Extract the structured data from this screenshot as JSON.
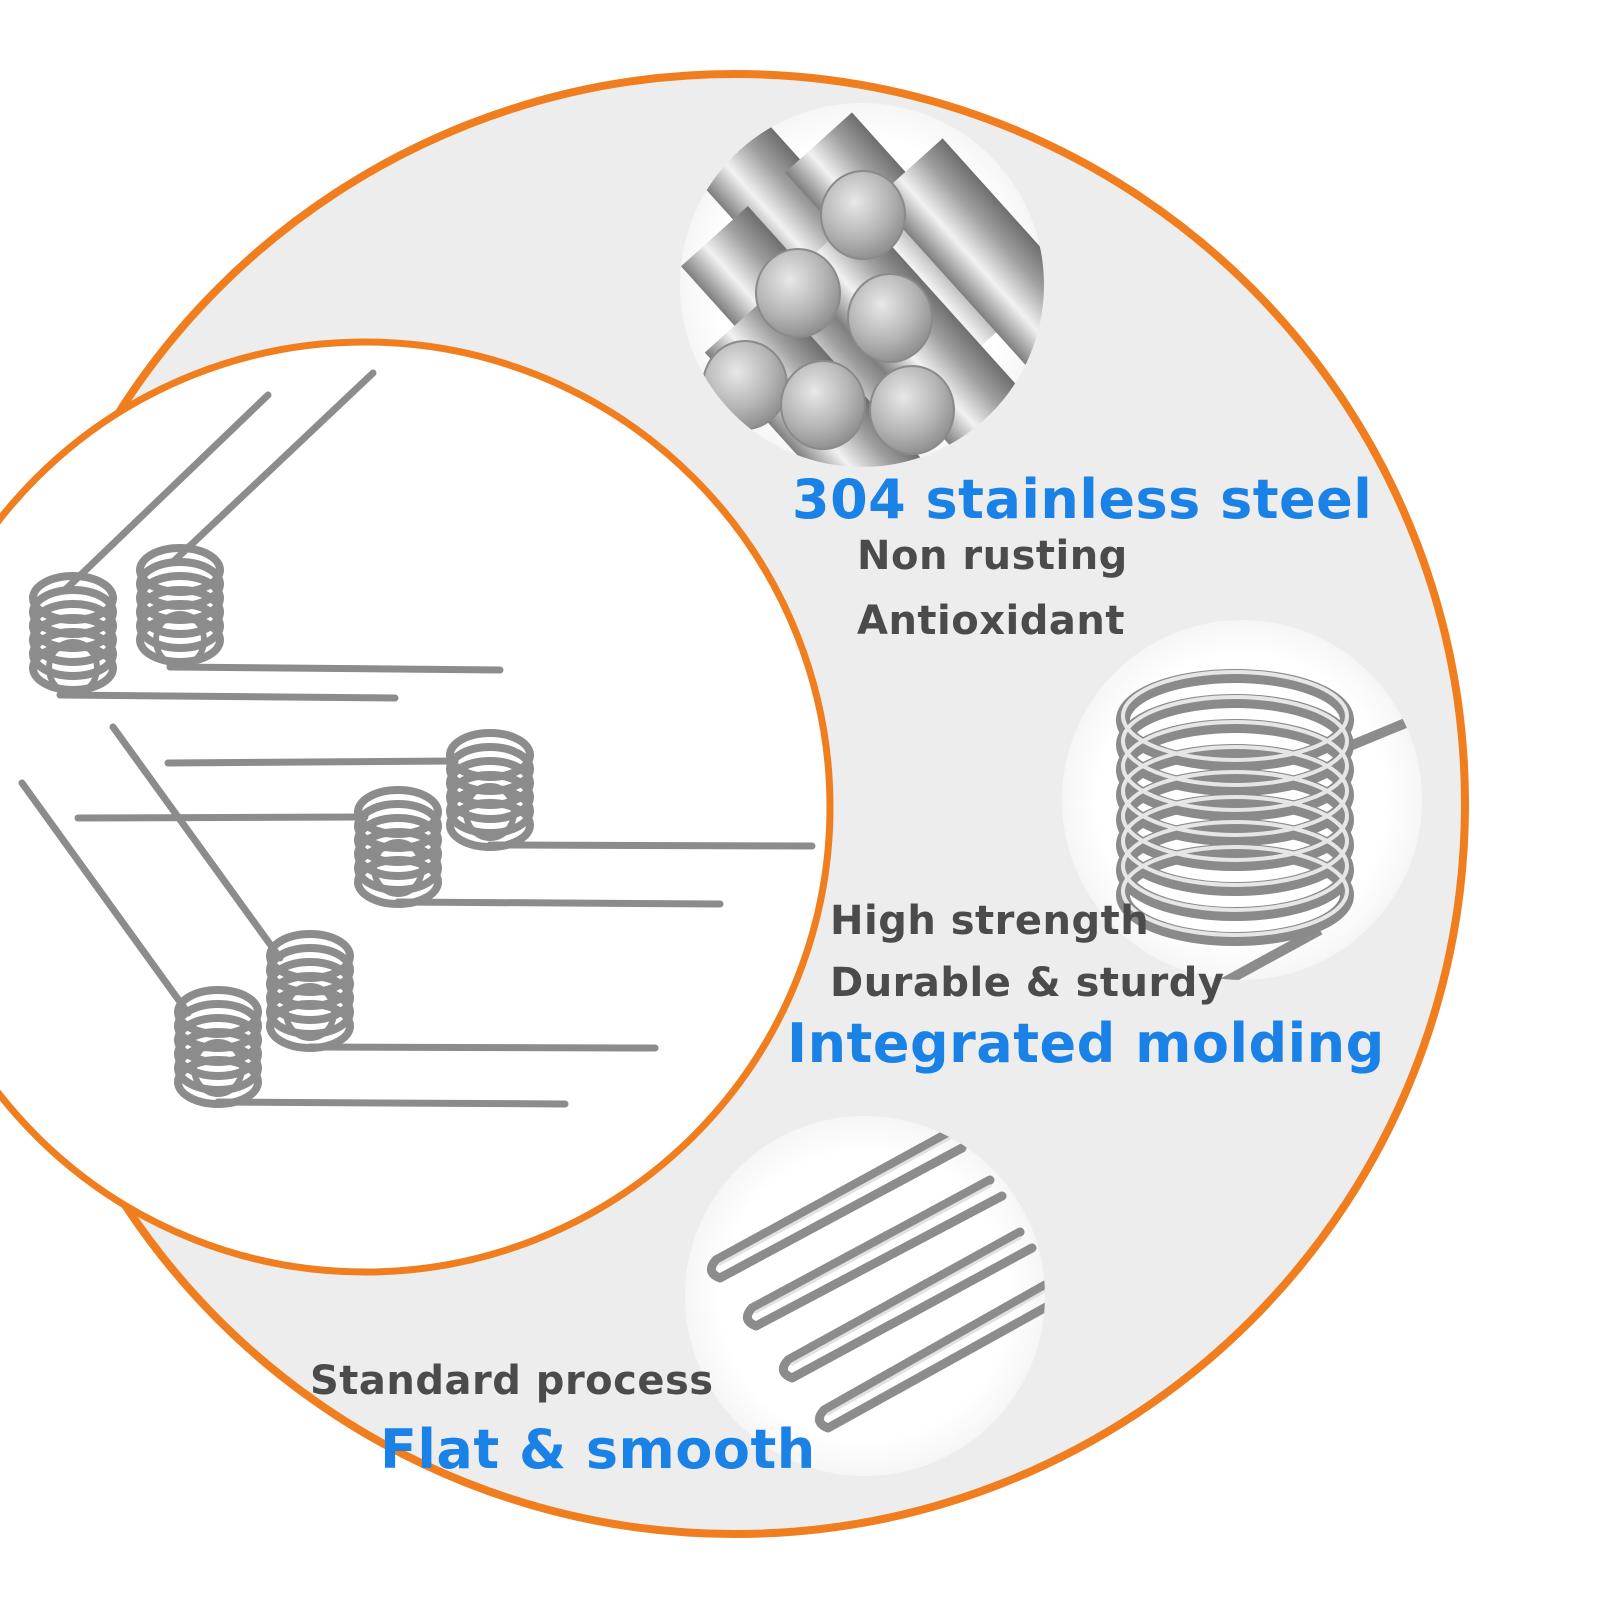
{
  "colors": {
    "ring": "#f07e1e",
    "ring_fill": "#ededed",
    "feature_text": "#1a82e6",
    "detail_text": "#4b4b4b",
    "steel": "#8c8c8c"
  },
  "features": {
    "material": {
      "title": "304 stainless steel",
      "lines": [
        "Non rusting",
        "Antioxidant"
      ]
    },
    "molding": {
      "lines": [
        "High strength",
        "Durable & sturdy"
      ],
      "title": "Integrated molding"
    },
    "finish": {
      "lines": [
        "Standard process"
      ],
      "title": "Flat & smooth"
    }
  },
  "images": {
    "product": "torsion-springs",
    "material": "steel-rods",
    "molding": "spring-coil-closeup",
    "finish": "wire-ends-closeup"
  }
}
